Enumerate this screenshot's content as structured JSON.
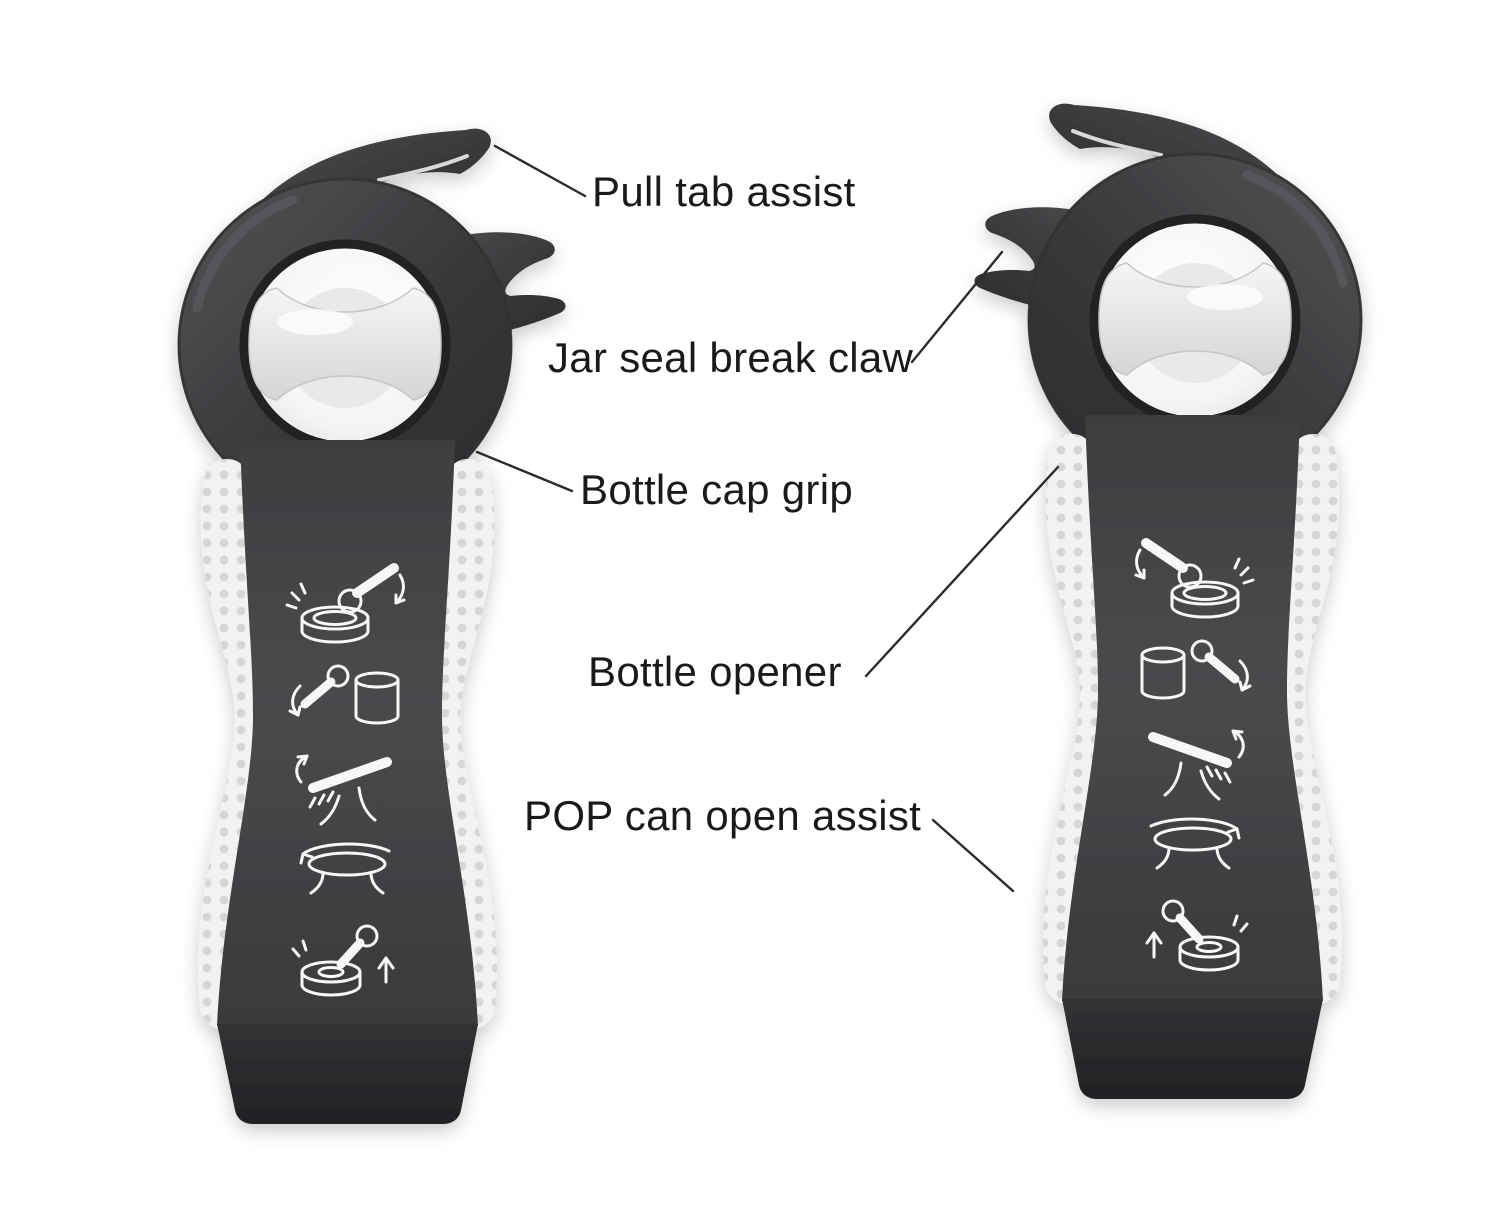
{
  "diagram": {
    "subject": "five-in-one jar and bottle opener, front and back views",
    "labels": {
      "pull_tab": "Pull tab assist",
      "jar_claw": "Jar seal break claw",
      "cap_grip": "Bottle cap grip",
      "bottle_opener": "Bottle opener",
      "pop_can": "POP can open assist"
    },
    "handle_icons": [
      {
        "name": "pry-can-lid-icon"
      },
      {
        "name": "twist-jar-lid-icon"
      },
      {
        "name": "bottle-cap-lever-icon"
      },
      {
        "name": "rotate-jar-cap-icon"
      },
      {
        "name": "lift-pop-tab-icon"
      }
    ],
    "colors": {
      "background": "#ffffff",
      "body_dark": "#3b3b3d",
      "body_foot": "#28282a",
      "grip_white": "#f2f2f2",
      "grip_dots": "#d6d6d6",
      "spool_light": "#e6e6e6",
      "label_text": "#1a1a1a",
      "leader_line": "#2b2b2b"
    }
  }
}
